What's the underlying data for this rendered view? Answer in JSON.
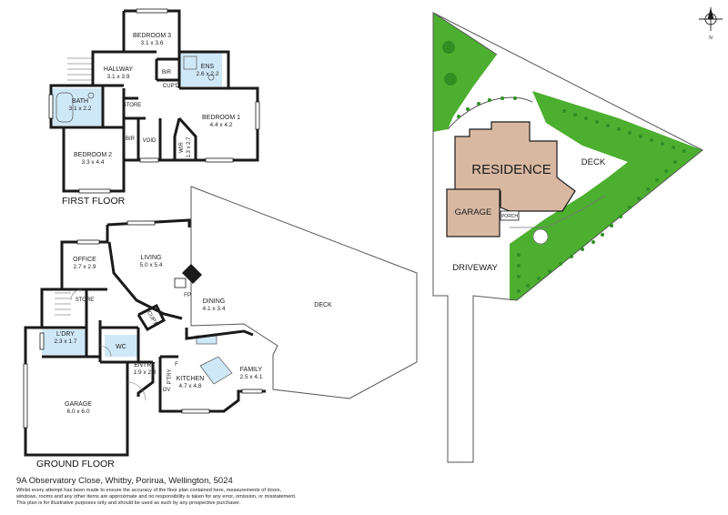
{
  "floors": {
    "first_floor": {
      "title": "FIRST FLOOR",
      "rooms": {
        "bedroom3": {
          "name": "BEDROOM 3",
          "dims": "3.1 x 3.6"
        },
        "hallway": {
          "name": "HALLWAY",
          "dims": "3.1 x 3.9"
        },
        "ens": {
          "name": "ENS",
          "dims": "2.6 x 2.2"
        },
        "bath": {
          "name": "BATH",
          "dims": "3.1 x 2.2"
        },
        "bedroom1": {
          "name": "BEDROOM 1",
          "dims": "4.4 x 4.2"
        },
        "bedroom2": {
          "name": "BEDROOM 2",
          "dims": "3.3 x 4.4"
        },
        "wir": {
          "name": "WIR",
          "dims": "1.3 x 2.7"
        },
        "bir1": {
          "name": "BIR"
        },
        "bir2": {
          "name": "BIR"
        },
        "cupd": {
          "name": "CUP'D"
        },
        "store": {
          "name": "STORE"
        },
        "void": {
          "name": "VOID"
        }
      }
    },
    "ground_floor": {
      "title": "GROUND FLOOR",
      "rooms": {
        "office": {
          "name": "OFFICE",
          "dims": "2.7 x 2.9"
        },
        "living": {
          "name": "LIVING",
          "dims": "5.0 x 5.4"
        },
        "dining": {
          "name": "DINING",
          "dims": "4.1 x 3.4"
        },
        "deck": {
          "name": "DECK"
        },
        "store": {
          "name": "STORE"
        },
        "ldry": {
          "name": "L'DRY",
          "dims": "2.3 x 1.7"
        },
        "wc": {
          "name": "WC"
        },
        "cupd": {
          "name": "CUP'D"
        },
        "entry": {
          "name": "ENTRY",
          "dims": "1.9 x 2.3"
        },
        "kitchen": {
          "name": "KITCHEN",
          "dims": "4.7 x 4.8"
        },
        "family": {
          "name": "FAMILY",
          "dims": "2.5 x 4.1"
        },
        "garage": {
          "name": "GARAGE",
          "dims": "6.0 x 6.0"
        },
        "fp": {
          "name": "FP"
        },
        "ptry": {
          "name": "P'TRY"
        },
        "ov": {
          "name": "OV"
        },
        "f": {
          "name": "F"
        }
      }
    }
  },
  "site_plan": {
    "residence": "RESIDENCE",
    "garage": "GARAGE",
    "porch": "PORCH",
    "deck": "DECK",
    "driveway": "DRIVEWAY",
    "north": "N"
  },
  "footer": {
    "address": "9A Observatory Close, Whitby, Porirua, Wellington, 5024",
    "disclaimer_line1": "Whilst every attempt has been made to ensure the accuracy of the floor plan contained here, measurements of doors,",
    "disclaimer_line2": "windows, rooms and any other items are approximate and no responsibility is taken for any error, omission, or misstatement.",
    "disclaimer_line3": "This plan is for illustrative purposes only and should be used as such by any prospective purchaser."
  },
  "colors": {
    "wall": "#1a1a1a",
    "wet_area": "#cfe8f7",
    "lawn": "#4caf2f",
    "residence": "#d9b8a2",
    "site_outline": "#555555"
  }
}
